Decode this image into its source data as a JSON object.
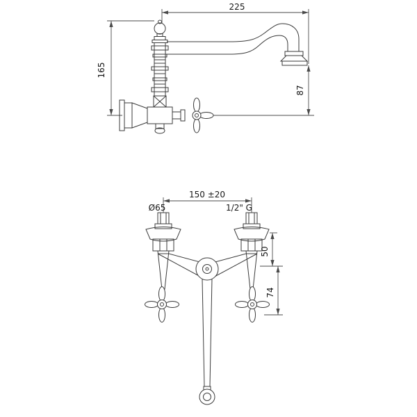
{
  "front_view": {
    "dim_spout_reach": "225",
    "dim_mount_height": "165",
    "dim_spout_height": "87"
  },
  "bottom_view": {
    "dim_center_distance": "150 ±20",
    "label_flange_diameter": "Ø65",
    "label_thread_size": "1/2\" G",
    "dim_wall_offset": "50",
    "dim_handle_depth": "74"
  }
}
